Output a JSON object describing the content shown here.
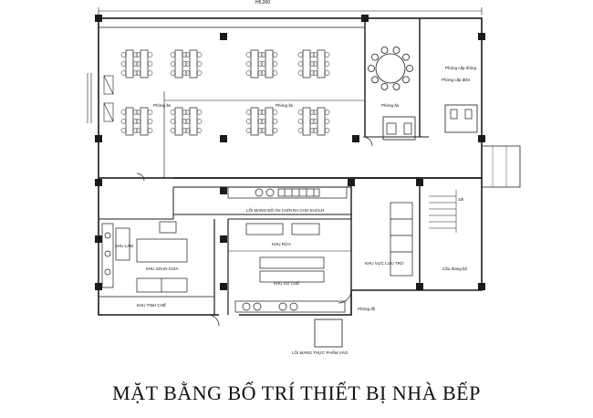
{
  "plan": {
    "dimension_top": "H5,000",
    "zones": {
      "main_dining": "Phòng ăn",
      "dining_left": "Phòng ăn",
      "dining_right": "Phòng ăn",
      "vip_room": "Phòng ăn",
      "ventilation_room": "Phòng cấp thông",
      "electrical_room": "Phòng cấp điện",
      "stair": "Cầu thang bộ",
      "stair_up": "1th",
      "serving_corridor": "LỐI MANG ĐỒ ĂN CHÍN RA CHO KHÁCH",
      "prep_area": "KHU SƠ CHẾ",
      "cooking_area": "KHU SOẠN CHIA",
      "finishing_area": "KHU TINH CHẾ",
      "washing_area": "KHU RỬA",
      "storage_area": "KHU VỰC LƯU TRỮ",
      "raw_area": "KHU LÀM",
      "food_entry_path": "LỐI MANG THỰC PHẨM VÀO",
      "staff_room": "Phòng đồ"
    }
  },
  "caption": "MẶT BẰNG BỐ TRÍ THIẾT BỊ NHÀ BẾP"
}
